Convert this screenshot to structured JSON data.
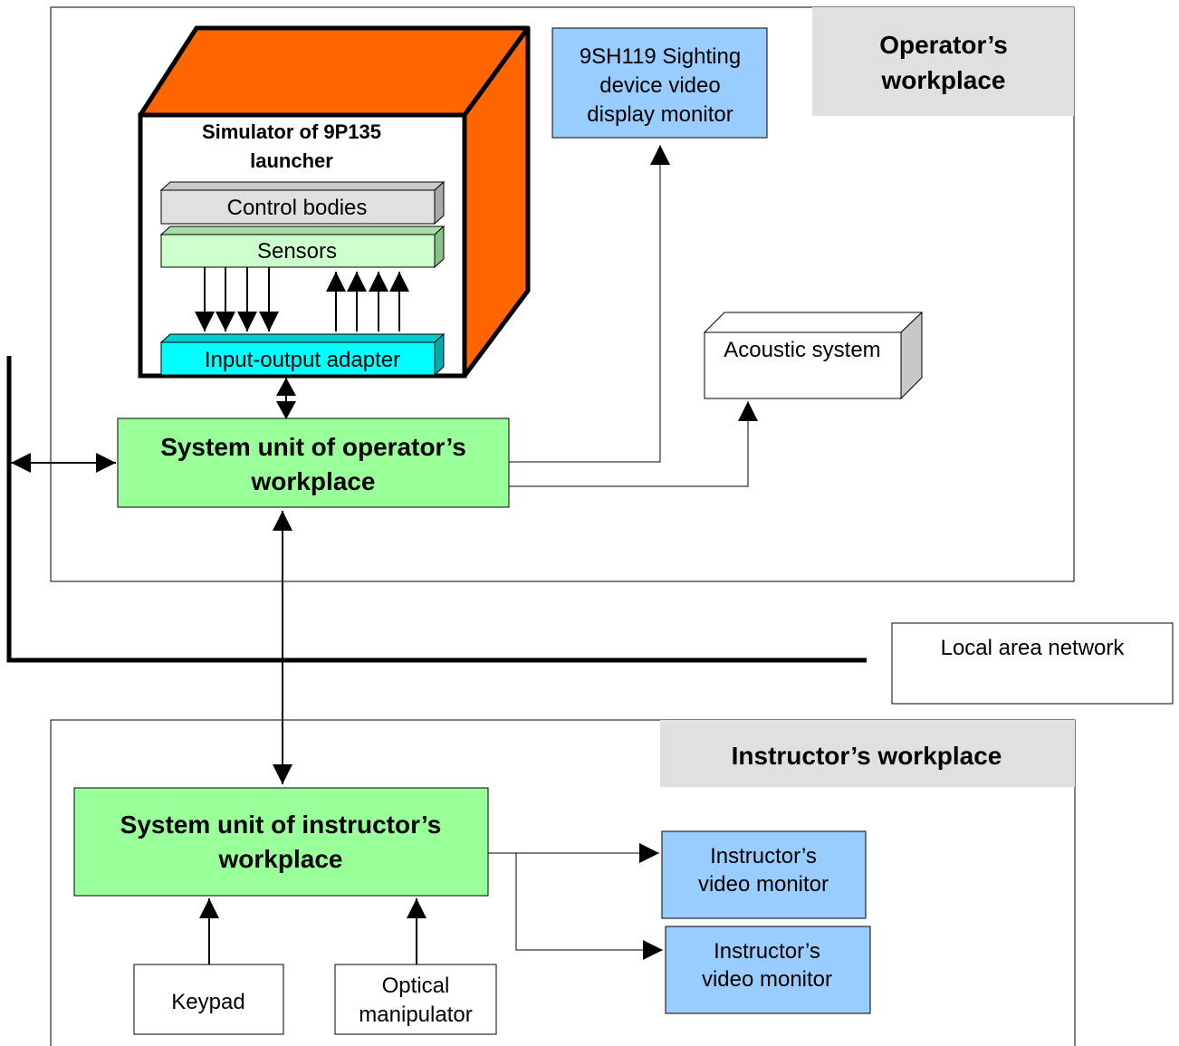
{
  "operator_workplace": {
    "title_lines": [
      "Operator’s",
      "workplace"
    ]
  },
  "instructor_workplace": {
    "title": "Instructor’s workplace"
  },
  "simulator": {
    "title_lines": [
      "Simulator of 9P135",
      "launcher"
    ],
    "control_bodies": "Control bodies",
    "sensors": "Sensors",
    "io_adapter": "Input-output adapter"
  },
  "sighting_monitor": {
    "lines": [
      "9SH119 Sighting",
      "device video",
      "display monitor"
    ]
  },
  "acoustic_system": "Acoustic system",
  "operator_system_unit": {
    "lines": [
      "System unit of operator’s",
      "workplace"
    ]
  },
  "local_area_network": "Local area network",
  "instructor_system_unit": {
    "lines": [
      "System unit of instructor’s",
      "workplace"
    ]
  },
  "instructor_monitor_1": {
    "lines": [
      "Instructor’s",
      "video monitor"
    ]
  },
  "instructor_monitor_2": {
    "lines": [
      "Instructor’s",
      "video monitor"
    ]
  },
  "keypad": "Keypad",
  "optical_manipulator": {
    "lines": [
      "Optical",
      "manipulator"
    ]
  },
  "colors": {
    "orange": "#ff6600",
    "green": "#99ff99",
    "cyan": "#00ffff",
    "light_blue": "#99ccff",
    "gray_box": "#e0e0e0",
    "light_green": "#ccffcc",
    "line": "#000000"
  }
}
